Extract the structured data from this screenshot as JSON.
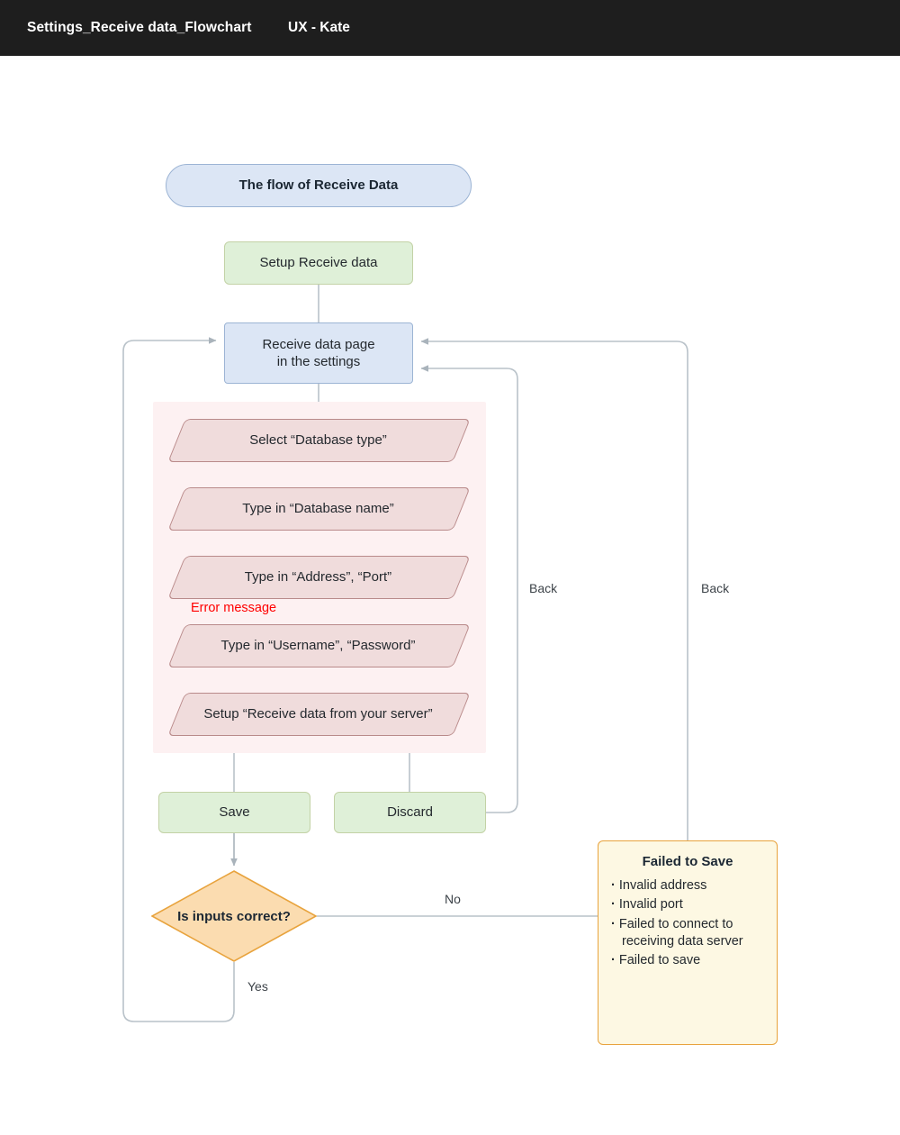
{
  "header": {
    "title": "Settings_Receive data_Flowchart",
    "author": "UX - Kate",
    "background": "#1e1e1e"
  },
  "chart_data": {
    "type": "diagram",
    "title": "The flow of Receive Data",
    "nodes": [
      {
        "id": "title",
        "label": "The flow of Receive Data",
        "shape": "pill",
        "fill": "#dce6f5",
        "stroke": "#9cb4d4"
      },
      {
        "id": "setup",
        "label": "Setup Receive data",
        "shape": "rect",
        "fill": "#dff0d8",
        "stroke": "#c3d2a6"
      },
      {
        "id": "receive-page",
        "label": "Receive data page\nin the settings",
        "shape": "rect",
        "fill": "#dce6f5",
        "stroke": "#9cb4d4"
      },
      {
        "id": "step-0",
        "label": "Select “Database type”",
        "shape": "parallelogram",
        "fill": "#f0dcdc",
        "stroke": "#b98a8a"
      },
      {
        "id": "step-1",
        "label": "Type in “Database name”",
        "shape": "parallelogram",
        "fill": "#f0dcdc",
        "stroke": "#b98a8a"
      },
      {
        "id": "step-2",
        "label": "Type in “Address”, “Port”",
        "shape": "parallelogram",
        "fill": "#f0dcdc",
        "stroke": "#b98a8a"
      },
      {
        "id": "step-3",
        "label": "Type in “Username”, “Password”",
        "shape": "parallelogram",
        "fill": "#f0dcdc",
        "stroke": "#b98a8a"
      },
      {
        "id": "step-4",
        "label": "Setup “Receive data from your server”",
        "shape": "parallelogram",
        "fill": "#f0dcdc",
        "stroke": "#b98a8a"
      },
      {
        "id": "save",
        "label": "Save",
        "shape": "rect",
        "fill": "#dff0d8",
        "stroke": "#c3d2a6"
      },
      {
        "id": "discard",
        "label": "Discard",
        "shape": "rect",
        "fill": "#dff0d8",
        "stroke": "#c3d2a6"
      },
      {
        "id": "decision",
        "label": "Is inputs correct?",
        "shape": "diamond",
        "fill": "#fbdcb0",
        "stroke": "#e8a33d"
      },
      {
        "id": "failed",
        "label": "Failed to Save",
        "shape": "note",
        "fill": "#fdf8e3",
        "stroke": "#e8a33d"
      }
    ],
    "edges": [
      {
        "from": "setup",
        "to": "receive-page",
        "label": ""
      },
      {
        "from": "receive-page",
        "to": "step-group",
        "label": ""
      },
      {
        "from": "step-group",
        "to": "save",
        "label": ""
      },
      {
        "from": "step-group",
        "to": "discard",
        "label": ""
      },
      {
        "from": "discard",
        "to": "receive-page",
        "label": "Back"
      },
      {
        "from": "failed",
        "to": "receive-page",
        "label": "Back"
      },
      {
        "from": "save",
        "to": "decision",
        "label": ""
      },
      {
        "from": "decision",
        "to": "failed",
        "label": "No"
      },
      {
        "from": "decision",
        "to": "receive-page",
        "label": "Yes"
      }
    ],
    "annotations": [
      {
        "id": "error-message",
        "text": "Error message",
        "color": "#ff0000",
        "near": "step-2"
      }
    ]
  },
  "flow": {
    "title_pill": "The flow of Receive Data",
    "setup": "Setup Receive data",
    "receive_page_line1": "Receive data page",
    "receive_page_line2": "in the settings",
    "steps": [
      "Select “Database type”",
      "Type in “Database name”",
      "Type in “Address”, “Port”",
      "Type in “Username”, “Password”",
      "Setup “Receive data from your server”"
    ],
    "error_message": "Error message",
    "save": "Save",
    "discard": "Discard",
    "decision": "Is inputs correct?"
  },
  "failed_panel": {
    "title": "Failed to Save",
    "items": [
      "Invalid address",
      "Invalid port",
      "Failed to connect to receiving data server",
      "Failed to save"
    ]
  },
  "edge_labels": {
    "back_discard": "Back",
    "back_failed": "Back",
    "no": "No",
    "yes": "Yes"
  },
  "colors": {
    "header_bg": "#1e1e1e",
    "blue_fill": "#dce6f5",
    "blue_stroke": "#9cb4d4",
    "green_fill": "#dff0d8",
    "green_stroke": "#c3d2a6",
    "pink_fill": "#f0dcdc",
    "pink_stroke": "#b98a8a",
    "group_bg": "#fdf1f2",
    "orange_fill": "#fbdcb0",
    "orange_stroke": "#e8a33d",
    "note_fill": "#fdf8e3",
    "error_text": "#ff0000",
    "edge_stroke": "#a9b3bb"
  }
}
